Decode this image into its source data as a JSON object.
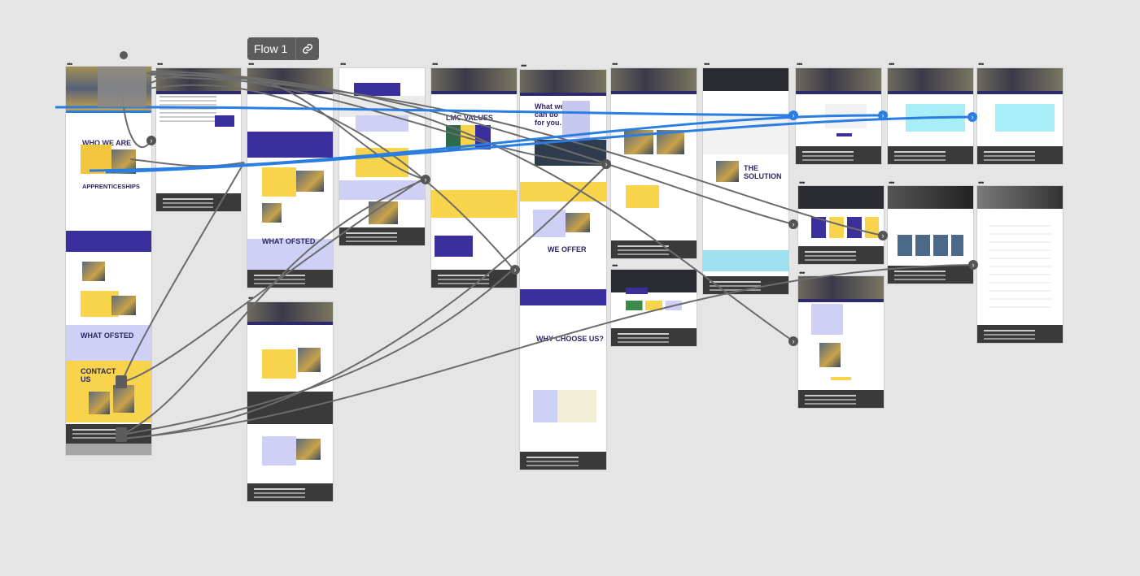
{
  "flow": {
    "label": "Flow 1",
    "link_icon": "link-icon"
  },
  "frame_menu_glyph": "•••",
  "arrow_glyph": "›",
  "headings": {
    "who_we_are": "WHO WE ARE",
    "apprenticeships": "APPRENTICESHIPS",
    "what_ofsted": "WHAT OFSTED",
    "contact_us": "CONTACT US",
    "lmc_values": "LMC VALUES",
    "what_we_can_do": "What we can do for you.",
    "we_offer": "WE OFFER",
    "why_choose_us": "WHY CHOOSE US?",
    "the_solution": "THE SOLUTION"
  },
  "colors": {
    "canvas": "#e5e5e5",
    "purple": "#3a2f9c",
    "yellow": "#f7d44c",
    "lavender": "#cfd0f5",
    "connector": "#6b6b6b",
    "selected_connector": "#2a7de1"
  }
}
